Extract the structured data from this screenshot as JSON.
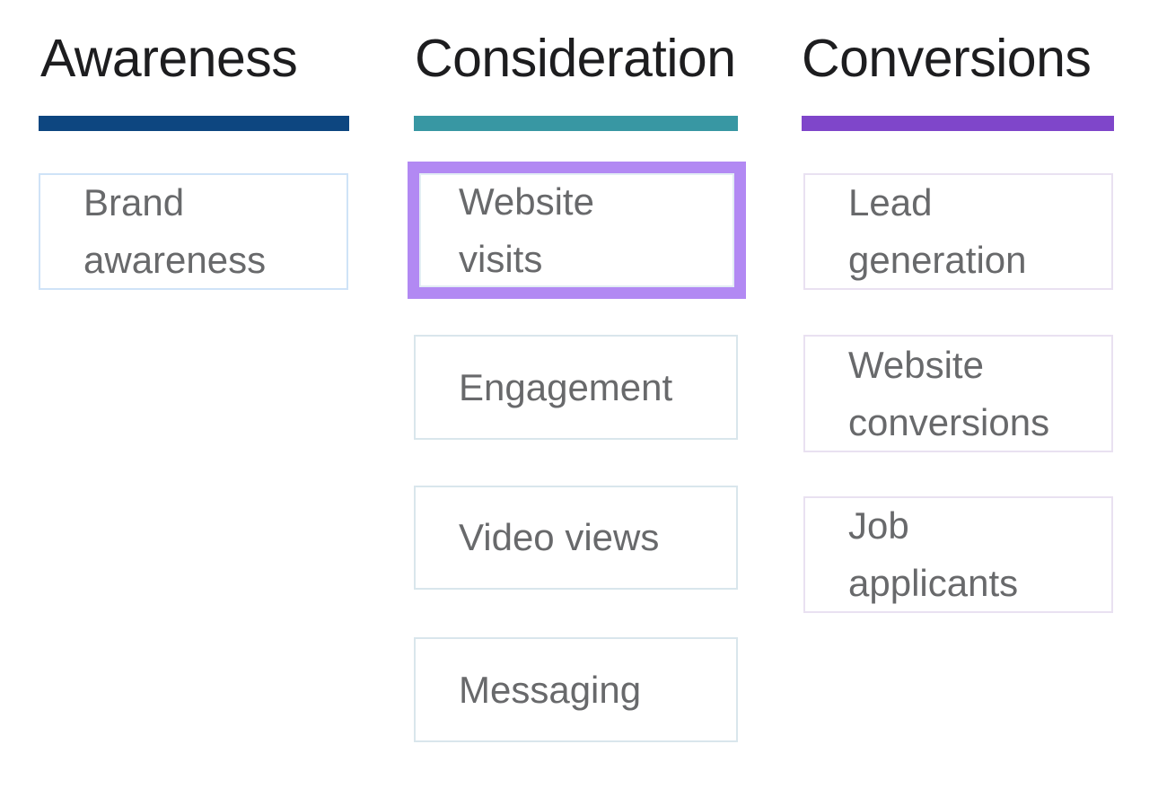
{
  "funnel": {
    "highlight_color": "#b289f3",
    "columns": [
      {
        "title": "Awareness",
        "bar_color": "#0d4680",
        "card_border_color": "#cfe3f7",
        "items": [
          {
            "label": "Brand\nawareness",
            "selected": false
          }
        ]
      },
      {
        "title": "Consideration",
        "bar_color": "#3897a3",
        "card_border_color": "#d9e6ec",
        "items": [
          {
            "label": "Website\nvisits",
            "selected": true
          },
          {
            "label": "Engagement",
            "selected": false
          },
          {
            "label": "Video views",
            "selected": false
          },
          {
            "label": "Messaging",
            "selected": false
          }
        ]
      },
      {
        "title": "Conversions",
        "bar_color": "#7f46ca",
        "card_border_color": "#e9e1f1",
        "items": [
          {
            "label": "Lead\ngeneration",
            "selected": false
          },
          {
            "label": "Website\nconversions",
            "selected": false
          },
          {
            "label": "Job\napplicants",
            "selected": false
          }
        ]
      }
    ]
  }
}
